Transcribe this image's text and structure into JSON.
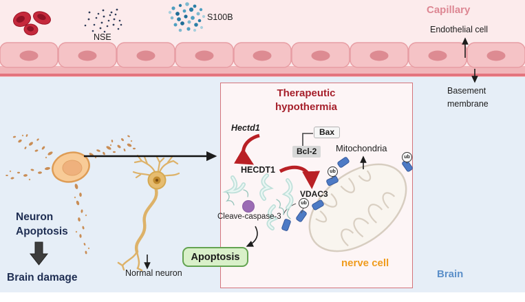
{
  "labels": {
    "capillary": "Capillary",
    "nse": "NSE",
    "s100b": "S100B",
    "endothelial": "Endothelial cell",
    "basement": "Basement membrane",
    "brain": "Brain",
    "neuron_apoptosis": "Neuron Apoptosis",
    "brain_damage": "Brain damage",
    "normal_neuron": "Normal neuron",
    "title": "Therapeutic hypothermia",
    "hectd1_gene": "Hectd1",
    "hectd1_protein": "HECDT1",
    "bax": "Bax",
    "bcl2": "Bcl-2",
    "mitochondria": "Mitochondria",
    "vdac3": "VDAC3",
    "ub": "ub",
    "cleave_caspase3": "Cleave-caspase-3",
    "apoptosis": "Apoptosis",
    "nerve_cell": "nerve cell"
  },
  "colors": {
    "capillary_bg": "#fcebec",
    "brain_bg": "#e6eef7",
    "box_border": "#d4737a",
    "box_bg": "#fdf5f6",
    "title_red": "#a6202b",
    "arrow_red": "#b92025",
    "capillary_label": "#dd8793",
    "brain_label": "#5b8fc9",
    "nerve_cell_label": "#ef9b1c",
    "apoptosis_chip_bg": "#d9f0c9",
    "apoptosis_chip_border": "#63a351",
    "vdac_channel_blue": "#4d7ac5",
    "protein_teal": "#bfe0da",
    "caspase_purple": "#9b6cb4",
    "endothelial_cell_fill": "#f5c3c6",
    "rbc_red": "#c5293c"
  }
}
